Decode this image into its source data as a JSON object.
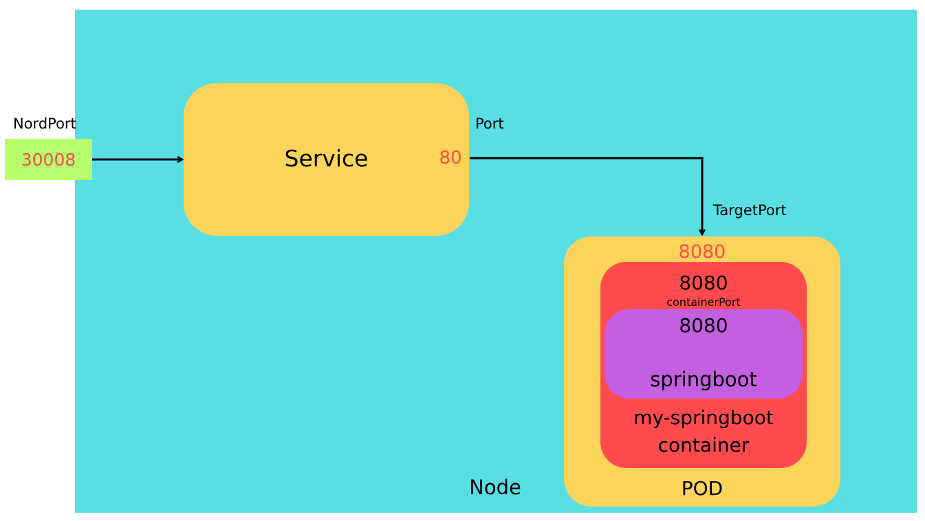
{
  "nodeport": {
    "label": "NordPort",
    "value": "30008"
  },
  "service": {
    "label": "Service",
    "port_value": "80",
    "port_label": "Port"
  },
  "target": {
    "label": "TargetPort"
  },
  "pod": {
    "port": "8080",
    "label": "POD"
  },
  "container": {
    "port": "8080",
    "port_label": "containerPort",
    "name_line1": "my-springboot",
    "name_line2": "container"
  },
  "app": {
    "port": "8080",
    "label": "springboot"
  },
  "node": {
    "label": "Node"
  },
  "colors": {
    "node_background": "#58DEE3",
    "service_background": "#FDD45A",
    "nodeport_background": "#B7FF6E",
    "port_text": "#FF4B4B",
    "container_background": "#FF4B4E",
    "app_background": "#C35FE0"
  }
}
